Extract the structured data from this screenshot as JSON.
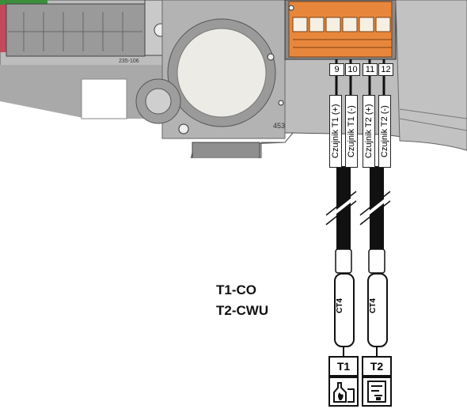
{
  "controller": {
    "board_code": "235-106",
    "knob_label": "453"
  },
  "terminals": [
    {
      "number": "9"
    },
    {
      "number": "10"
    },
    {
      "number": "11"
    },
    {
      "number": "12"
    }
  ],
  "wire_labels": [
    "Czujnik T1 (+)",
    "Czujnik T1 (-)",
    "Czujnik T2 (+)",
    "Czujnik T2 (-)"
  ],
  "legend": {
    "line1": "T1-CO",
    "line2": "T2-CWU"
  },
  "sensors": [
    {
      "code": "CT4",
      "tag": "T1",
      "icon": "boiler-heating-icon"
    },
    {
      "code": "CT4",
      "tag": "T2",
      "icon": "hot-water-tank-icon"
    }
  ]
}
